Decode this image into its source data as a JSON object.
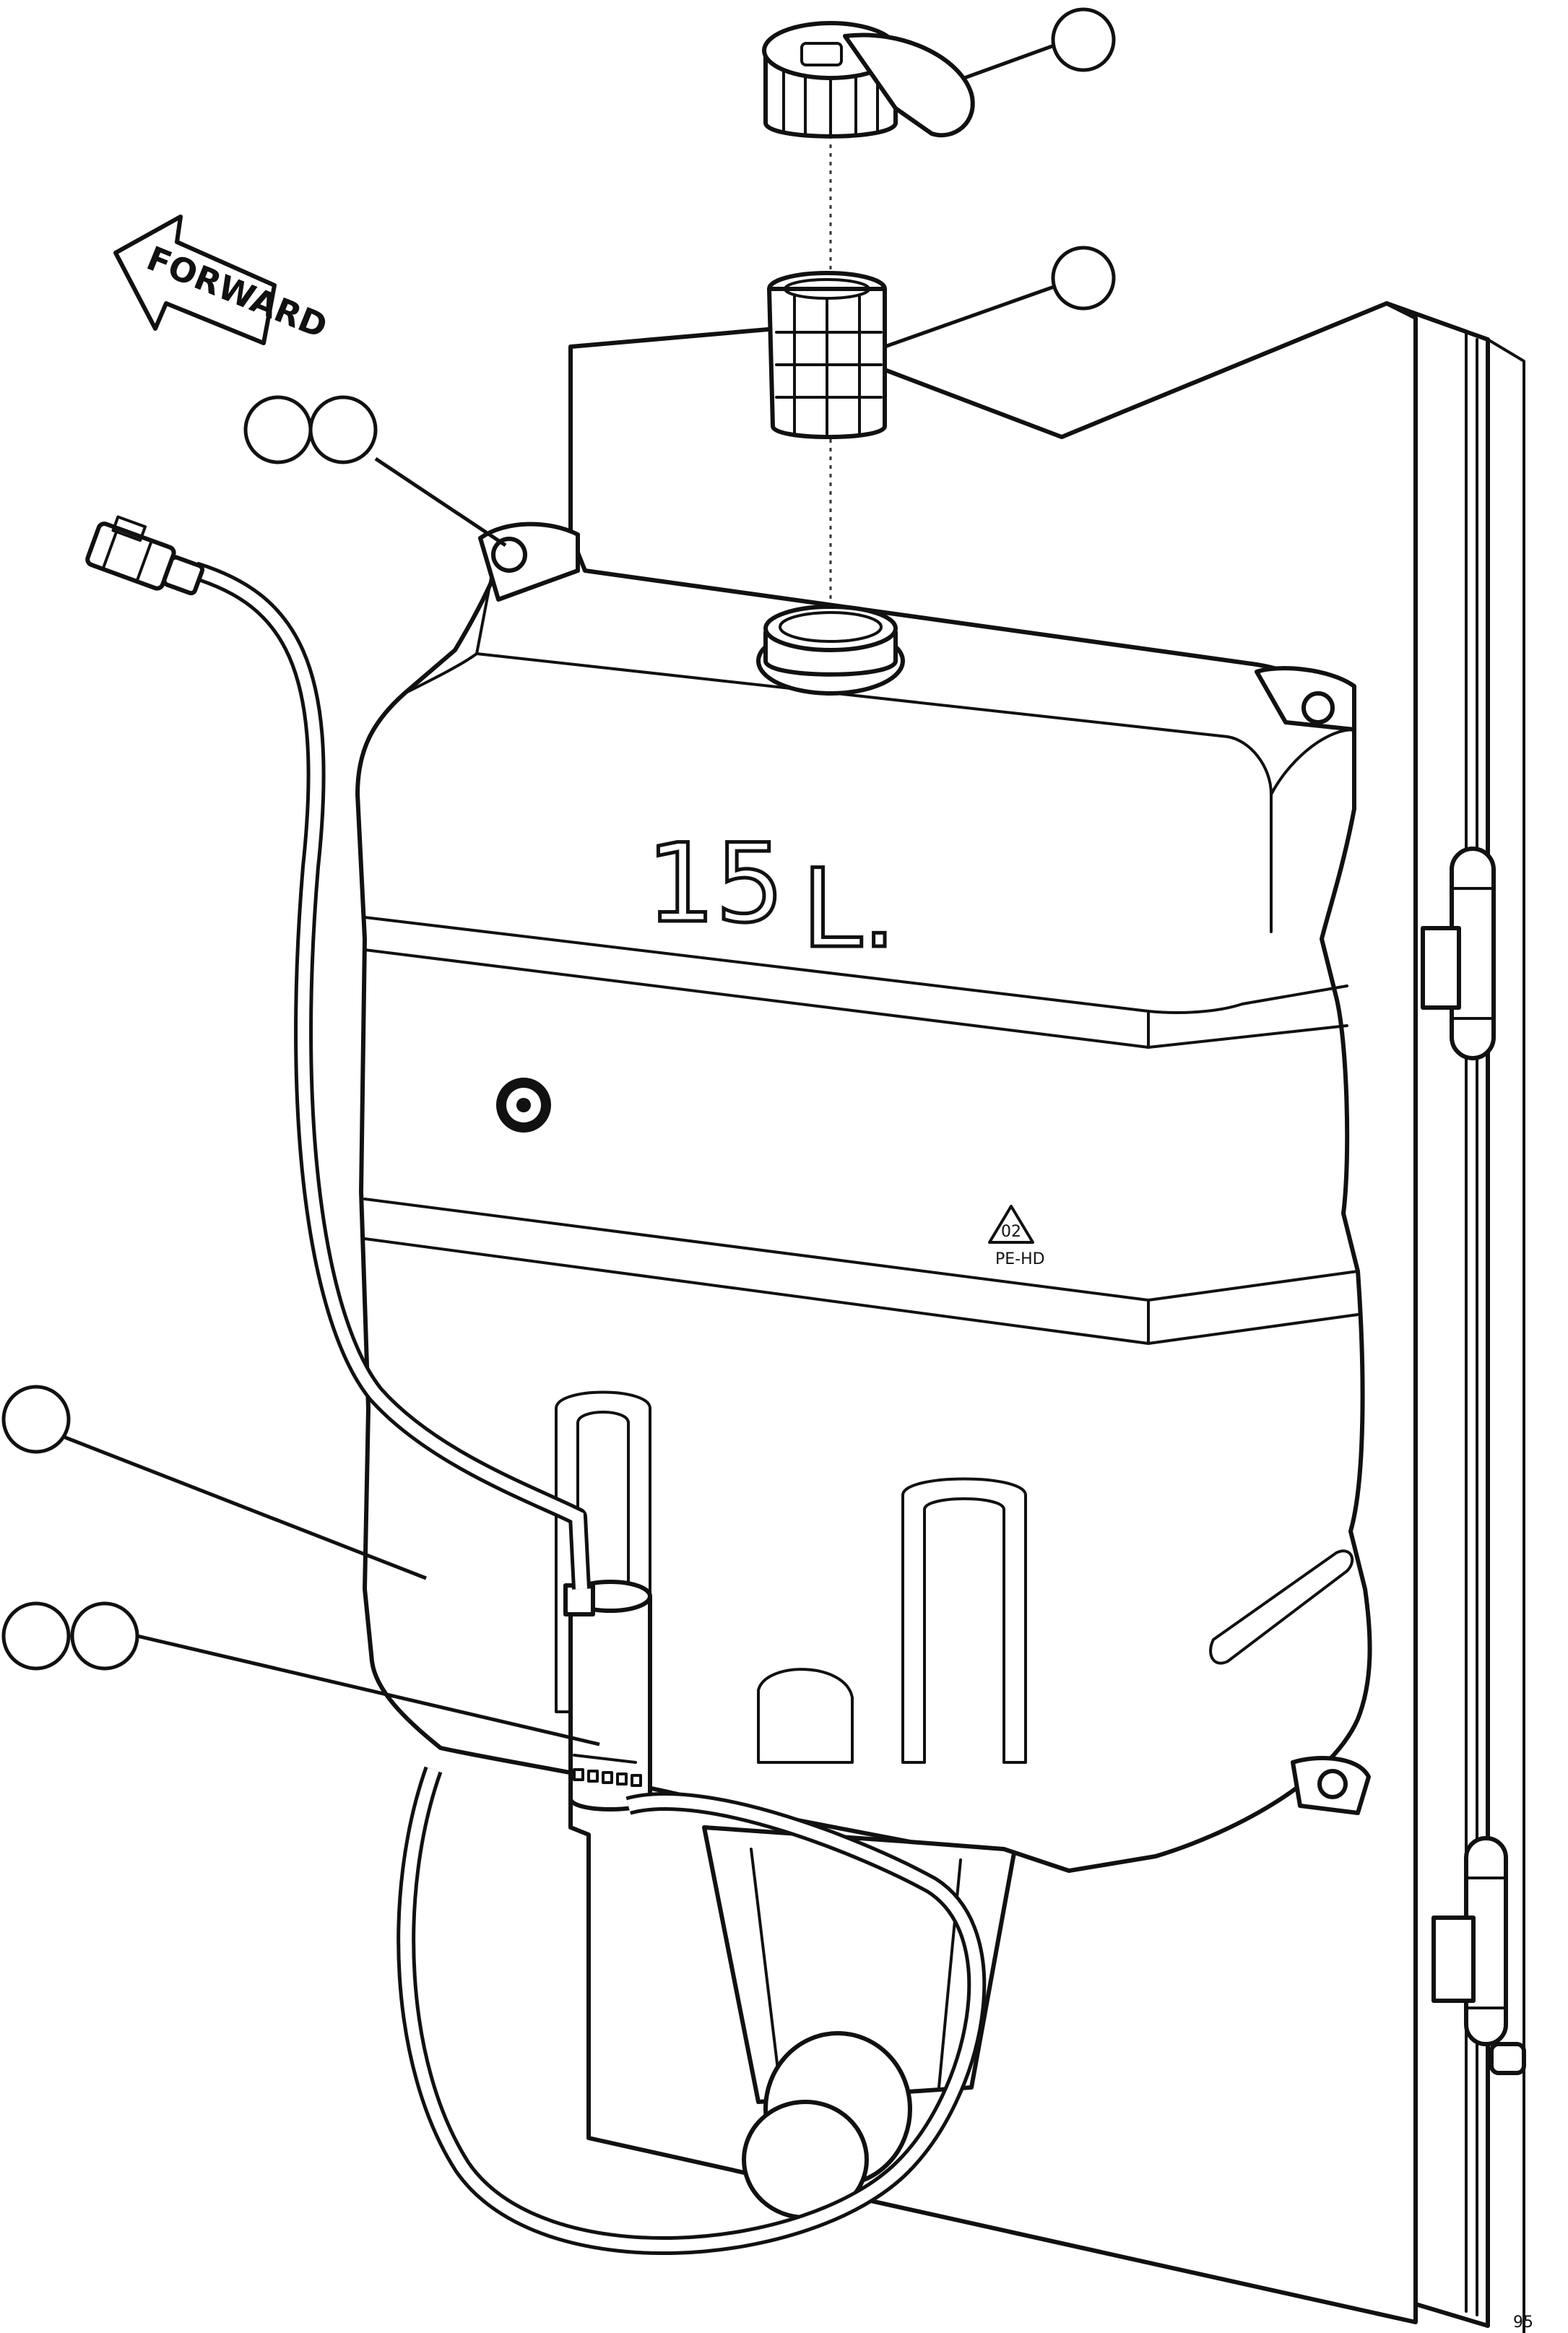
{
  "diagram": {
    "direction_arrow": {
      "label": "FORWARD"
    },
    "tank_capacity": {
      "number": "15",
      "unit": "L."
    },
    "recycle_mark": {
      "code": "02",
      "material": "PE-HD"
    },
    "page_code": "95"
  }
}
